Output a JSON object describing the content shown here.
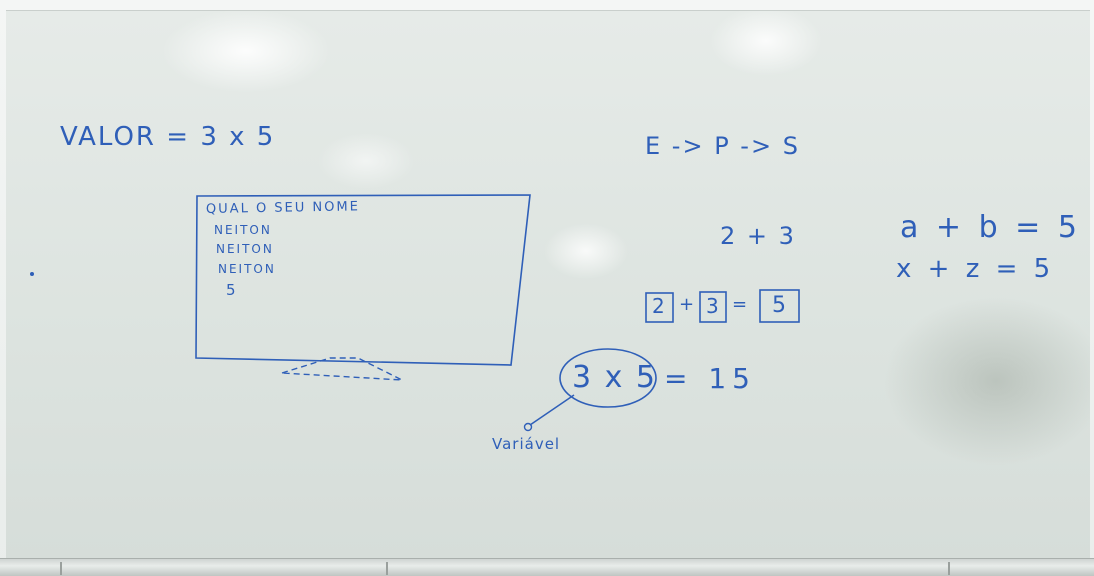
{
  "board": {
    "title_line": "VALOR = 3 x 5",
    "flow": "E -> P -> S",
    "screen_lines": [
      "QUAL O SEU NOME",
      "NEITON",
      "NEITON",
      "NEITON",
      "5"
    ],
    "sum_expr": "2 + 3",
    "box_a": "2",
    "box_plus": "+",
    "box_b": "3",
    "box_eq": "=",
    "box_result": "5",
    "circled_expr": "3 x 5",
    "circled_result": "= 15",
    "arrow_label": "Variável",
    "eq1": "a + b = 5",
    "eq2": "x + z = 5"
  },
  "colors": {
    "ink": "#2f5fb8"
  }
}
